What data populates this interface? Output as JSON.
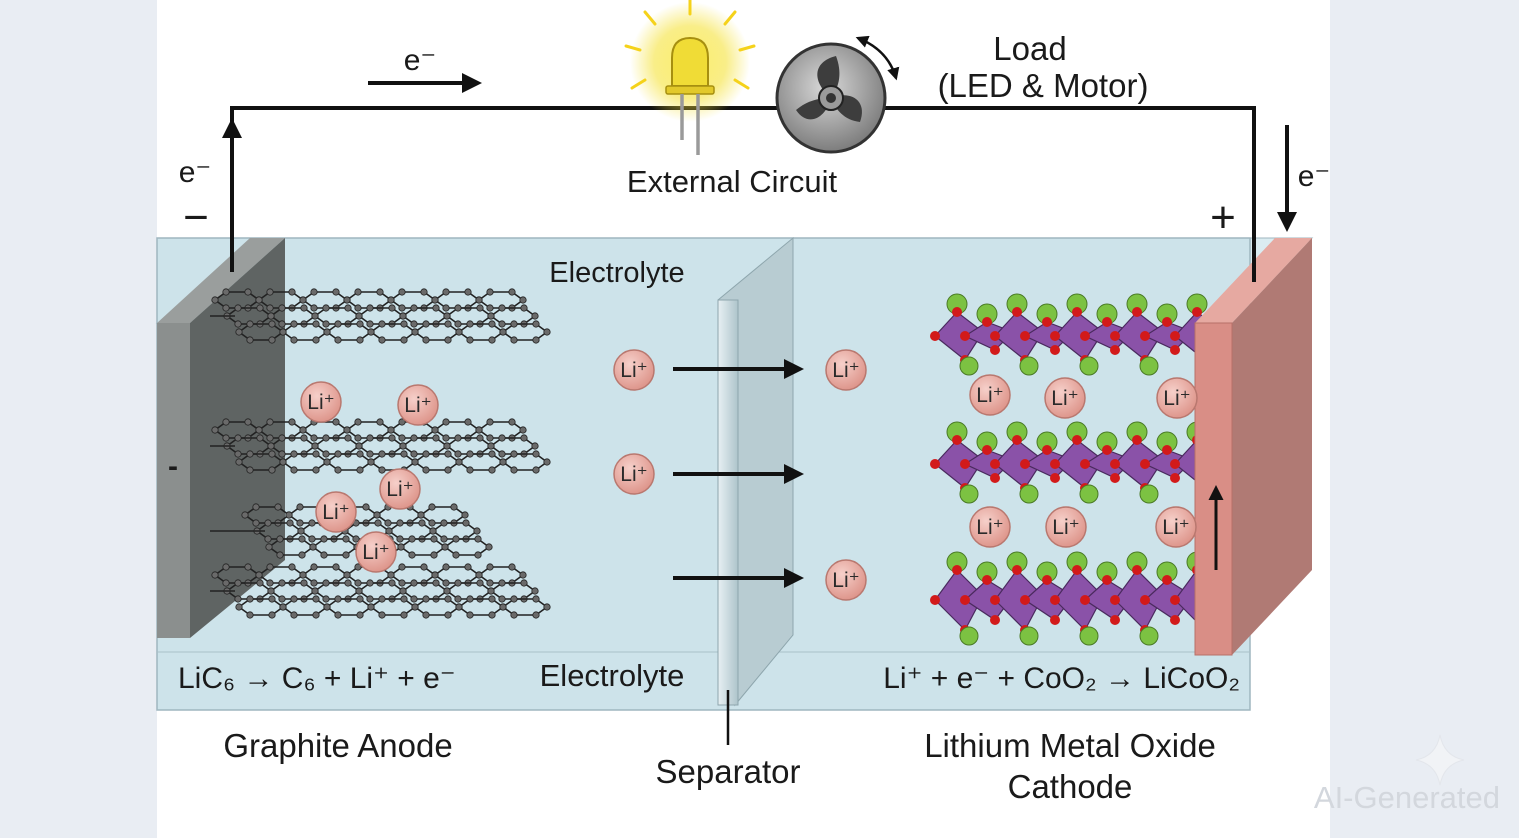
{
  "colors": {
    "background": "#e9edf3",
    "panel": "#ffffff",
    "electrolyte": "#cde3ea",
    "anode_plate": "#6f7372",
    "cathode_plate": "#d98e86",
    "separator": "#c8d8dd",
    "li_ion": "#e9a9a0",
    "oxygen": "#d21a1a",
    "lithium_site": "#7cc242",
    "octahedron": "#8a52a8",
    "led_glow": "#f5e23a",
    "wire": "#111111"
  },
  "icons": {
    "led": "led-bulb-icon",
    "motor": "motor-fan-icon",
    "rotation": "rotation-arrows-icon"
  },
  "circuit": {
    "electron_top": "e⁻",
    "electron_left": "e⁻",
    "electron_right": "e⁻",
    "minus_terminal": "−",
    "plus_terminal": "+",
    "external_circuit": "External Circuit",
    "load_line1": "Load",
    "load_line2": "(LED & Motor)"
  },
  "cell": {
    "electrolyte_top": "Electrolyte",
    "electrolyte_bottom": "Electrolyte",
    "anode_sign": "-",
    "ion_label": "Li⁺",
    "anode_reaction": "LiC₆ → C₆ + Li⁺ + e⁻",
    "cathode_reaction": "Li⁺ + e⁻ + CoO₂ → LiCoO₂"
  },
  "labels": {
    "anode": "Graphite Anode",
    "separator": "Separator",
    "cathode_line1": "Lithium Metal Oxide",
    "cathode_line2": "Cathode"
  },
  "watermark": "AI-Generated"
}
